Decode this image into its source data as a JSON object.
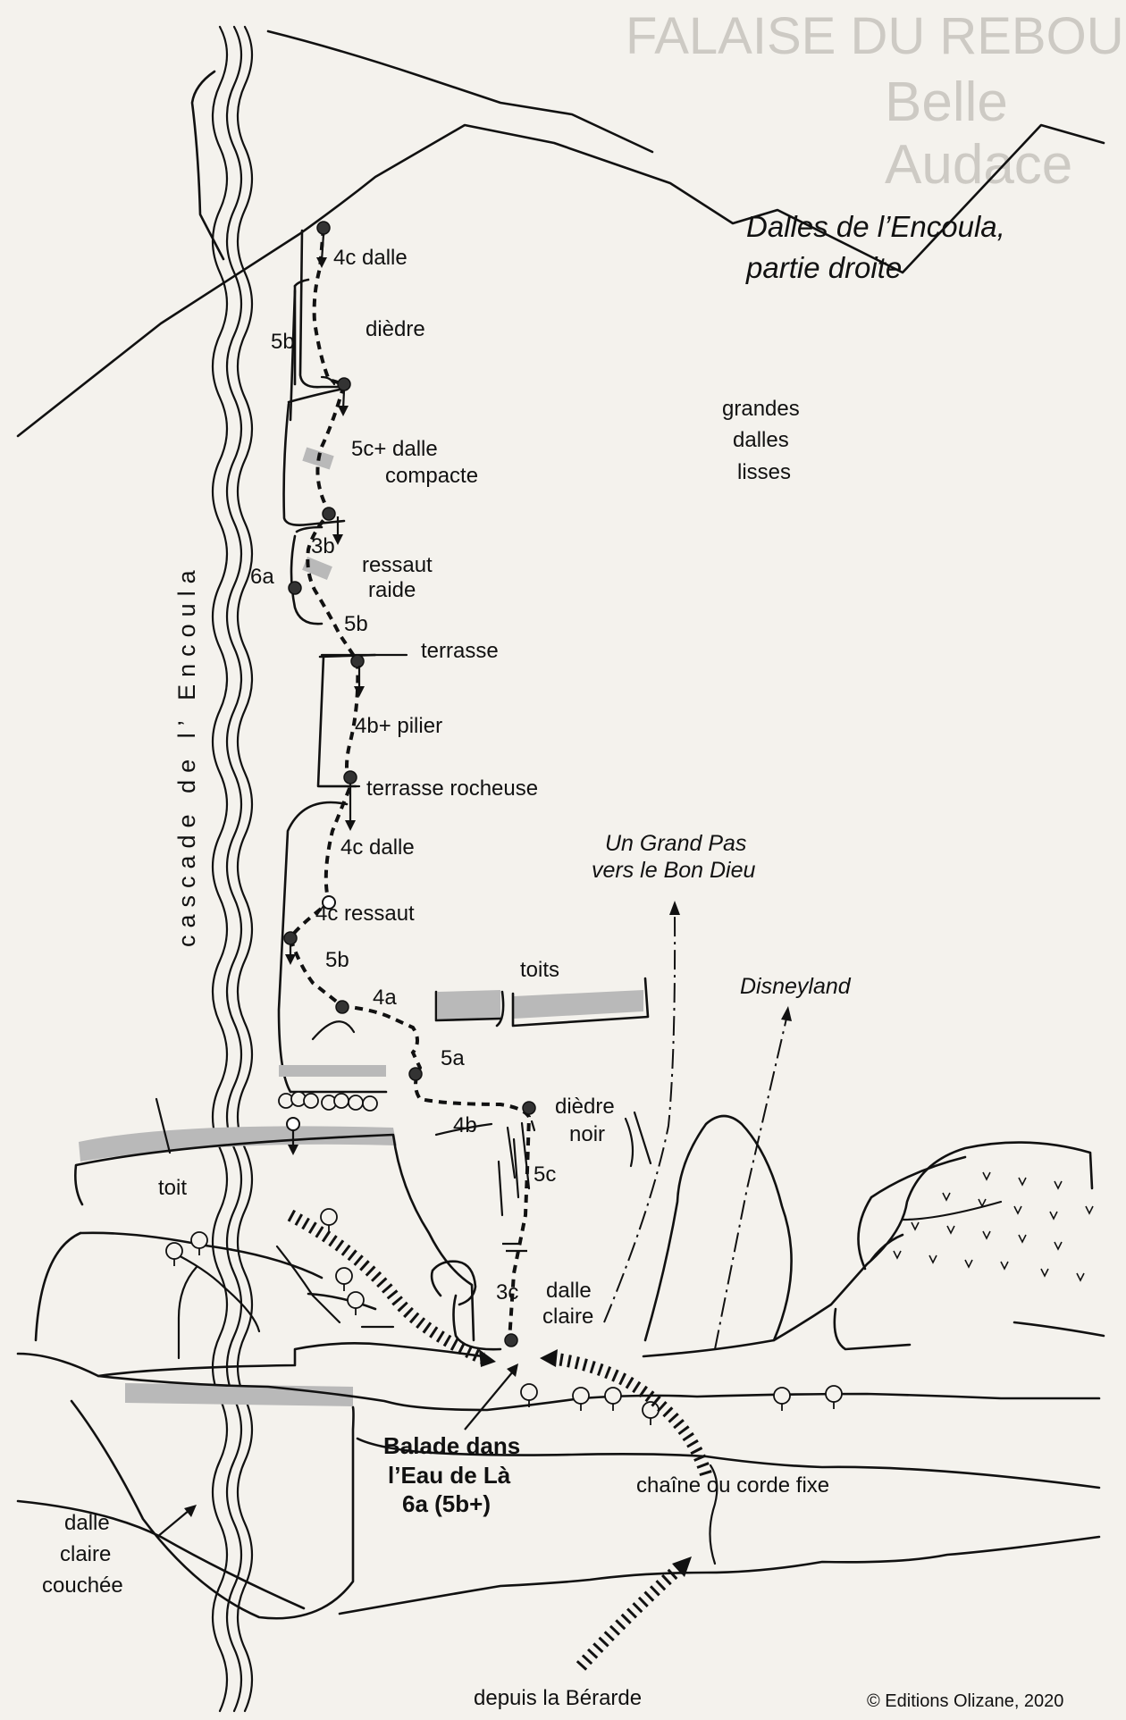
{
  "title": "Dalles de l’Encoula, partie droite",
  "title_lines": [
    "Dalles de l’Encoula,",
    "partie droite"
  ],
  "cascade_label": "cascade de l’ Encoula",
  "route_labels": {
    "r1": "4c  dalle",
    "r2_grade": "5b",
    "r2_name": "dièdre",
    "r3": "5c+  dalle",
    "r3b": "compacte",
    "r4": "3b",
    "r5": "6a",
    "r6": "ressaut",
    "r6b": "raide",
    "r7": "5b",
    "r8": "terrasse",
    "r9": "4b+  pilier",
    "r10": "terrasse rocheuse",
    "r11": "4c  dalle",
    "r12": "4c  ressaut",
    "r13": "5b",
    "r14": "4a",
    "r15": "5a",
    "r16": "4b",
    "r17": "dièdre",
    "r17b": "noir",
    "r18": "5c",
    "r19": "3c",
    "r20": "dalle",
    "r20b": "claire"
  },
  "area_labels": {
    "grandes": "grandes",
    "dalles": "dalles",
    "lisses": "lisses",
    "toits": "toits",
    "toit": "toit",
    "dalle_couchee": [
      "dalle",
      "claire",
      "couchée"
    ],
    "chaine": "chaîne ou corde fixe",
    "depuis": "depuis la Bérarde"
  },
  "other_routes": {
    "grand_pas": [
      "Un Grand Pas",
      "vers le Bon Dieu"
    ],
    "disneyland": "Disneyland"
  },
  "featured_route": {
    "lines": [
      "Balade dans",
      "l’Eau de Là",
      "6a (5b+)"
    ]
  },
  "copyright": "© Editions Olizane, 2020",
  "colors": {
    "paper": "#f4f2ed",
    "ink": "#111111",
    "roof_grey": "#b9b9b9",
    "bleed_text": "#c9c6c0"
  }
}
